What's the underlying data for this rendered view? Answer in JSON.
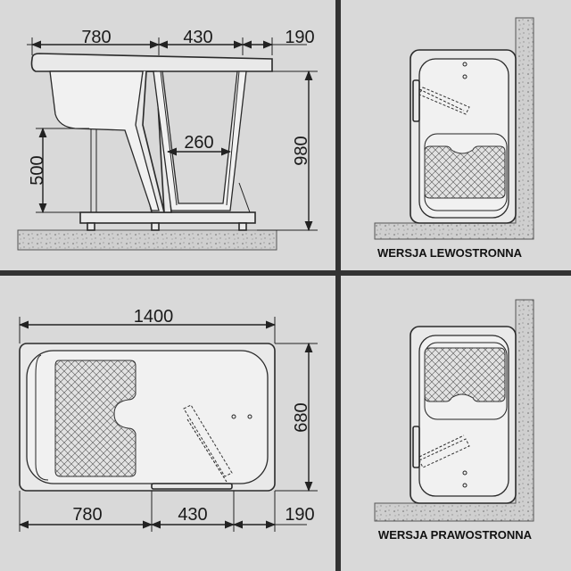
{
  "panels": {
    "side": {
      "width_1": "780",
      "width_2": "430",
      "width_3": "190",
      "seat_height": "500",
      "total_height": "980",
      "door_width": "260"
    },
    "top": {
      "length": "1400",
      "depth": "680",
      "width_1": "780",
      "width_2": "430",
      "width_3": "190"
    },
    "left_version": {
      "caption": "WERSJA LEWOSTRONNA"
    },
    "right_version": {
      "caption": "WERSJA PRAWOSTRONNA"
    }
  },
  "colors": {
    "background": "#d9d9d9",
    "divider": "#333333",
    "line": "#222222",
    "tub_fill": "#e9e9e9",
    "floor": "#cfcfcf"
  }
}
